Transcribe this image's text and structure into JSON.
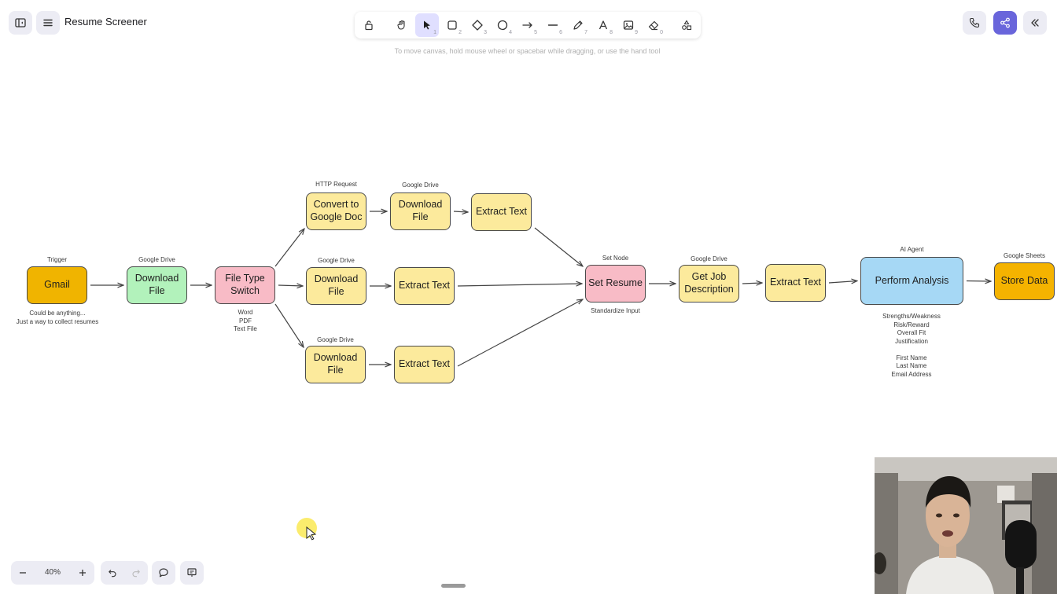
{
  "app": {
    "title": "Resume Screener",
    "hint": "To move canvas, hold mouse wheel or spacebar while dragging, or use the hand tool"
  },
  "header": {
    "left_icons": [
      "sidebar-toggle-icon",
      "menu-icon"
    ],
    "right_icons": [
      "phone-icon",
      "share-icon",
      "collapse-icon"
    ],
    "accent_color": "#6965db"
  },
  "toolbar": {
    "tools": [
      {
        "name": "lock-tool",
        "icon": "lock-icon",
        "key": ""
      },
      {
        "name": "hand-tool",
        "icon": "hand-icon",
        "key": ""
      },
      {
        "name": "select-tool",
        "icon": "pointer-icon",
        "key": "1",
        "active": true
      },
      {
        "name": "rectangle-tool",
        "icon": "rectangle-icon",
        "key": "2"
      },
      {
        "name": "diamond-tool",
        "icon": "diamond-icon",
        "key": "3"
      },
      {
        "name": "ellipse-tool",
        "icon": "ellipse-icon",
        "key": "4"
      },
      {
        "name": "arrow-tool",
        "icon": "arrow-icon",
        "key": "5"
      },
      {
        "name": "line-tool",
        "icon": "line-icon",
        "key": "6"
      },
      {
        "name": "pencil-tool",
        "icon": "pencil-icon",
        "key": "7"
      },
      {
        "name": "text-tool",
        "icon": "text-icon",
        "key": "8"
      },
      {
        "name": "image-tool",
        "icon": "image-icon",
        "key": "9"
      },
      {
        "name": "eraser-tool",
        "icon": "eraser-icon",
        "key": "0"
      },
      {
        "name": "more-tools",
        "icon": "shapes-icon",
        "key": ""
      }
    ]
  },
  "diagram": {
    "colors": {
      "gold": "#f0b400",
      "green": "#b2f2bb",
      "pink": "#f8bbc6",
      "yellow": "#fcea9c",
      "blue": "#a6d8f5",
      "orange": "#f5b300"
    },
    "nodes": [
      {
        "id": "gmail",
        "label": "Gmail",
        "color": "gold"
      },
      {
        "id": "download1",
        "label": "Download File",
        "color": "green"
      },
      {
        "id": "switch",
        "label": "File Type Switch",
        "color": "pink"
      },
      {
        "id": "convert",
        "label": "Convert to Google Doc",
        "color": "yellow"
      },
      {
        "id": "download2",
        "label": "Download File",
        "color": "yellow"
      },
      {
        "id": "extract1",
        "label": "Extract Text",
        "color": "yellow"
      },
      {
        "id": "download3",
        "label": "Download File",
        "color": "yellow"
      },
      {
        "id": "extract2",
        "label": "Extract Text",
        "color": "yellow"
      },
      {
        "id": "download4",
        "label": "Download File",
        "color": "yellow"
      },
      {
        "id": "extract3",
        "label": "Extract Text",
        "color": "yellow"
      },
      {
        "id": "setresume",
        "label": "Set Resume",
        "color": "pink"
      },
      {
        "id": "jobdesc",
        "label": "Get Job Description",
        "color": "yellow"
      },
      {
        "id": "extract4",
        "label": "Extract Text",
        "color": "yellow"
      },
      {
        "id": "analysis",
        "label": "Perform Analysis",
        "color": "blue"
      },
      {
        "id": "store",
        "label": "Store Data",
        "color": "orange"
      }
    ],
    "labels": {
      "trigger": "Trigger",
      "gdrive1": "Google Drive",
      "http": "HTTP Request",
      "gdrive2": "Google Drive",
      "gdrive3": "Google Drive",
      "gdrive4": "Google Drive",
      "setnode": "Set Node",
      "gdrive5": "Google Drive",
      "aiagent": "AI Agent",
      "gsheets": "Google Sheets",
      "standardize": "Standardize Input"
    },
    "gmail_notes": [
      "Could be anything...",
      "Just a way to collect resumes"
    ],
    "switch_notes": [
      "Word",
      "PDF",
      "Text File"
    ],
    "analysis_notes": [
      "Strengths/Weakness",
      "Risk/Reward",
      "Overall Fit",
      "Justification",
      "",
      "First Name",
      "Last Name",
      "Email Address"
    ],
    "edges": [
      [
        "gmail",
        "download1"
      ],
      [
        "download1",
        "switch"
      ],
      [
        "switch",
        "convert"
      ],
      [
        "switch",
        "download3"
      ],
      [
        "switch",
        "download4"
      ],
      [
        "convert",
        "download2"
      ],
      [
        "download2",
        "extract1"
      ],
      [
        "download3",
        "extract2"
      ],
      [
        "download4",
        "extract3"
      ],
      [
        "extract1",
        "setresume"
      ],
      [
        "extract2",
        "setresume"
      ],
      [
        "extract3",
        "setresume"
      ],
      [
        "setresume",
        "jobdesc"
      ],
      [
        "jobdesc",
        "extract4"
      ],
      [
        "extract4",
        "analysis"
      ],
      [
        "analysis",
        "store"
      ]
    ]
  },
  "footer": {
    "zoom": "40%",
    "icons": [
      "zoom-out-icon",
      "zoom-in-icon",
      "undo-icon",
      "redo-icon",
      "comment-icon",
      "presentation-icon"
    ]
  }
}
